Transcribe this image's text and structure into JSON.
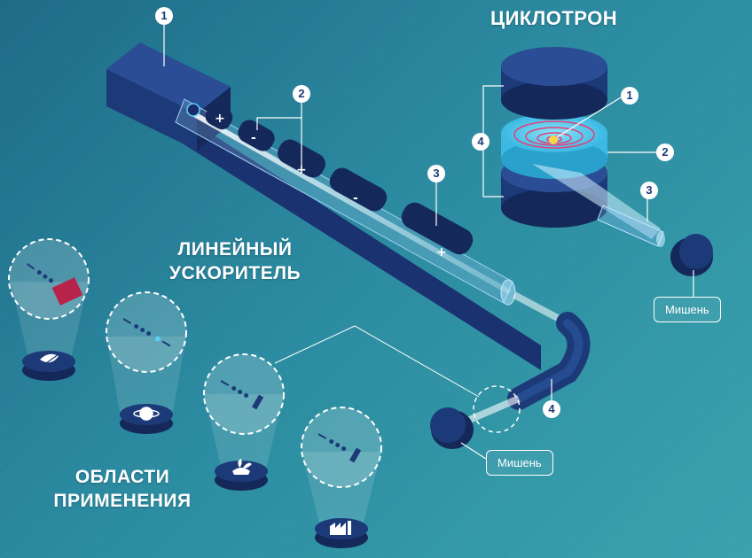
{
  "titles": {
    "cyclotron": "ЦИКЛОТРОН",
    "linear_line1": "ЛИНЕЙНЫЙ",
    "linear_line2": "УСКОРИТЕЛЬ",
    "applications_line1": "ОБЛАСТИ",
    "applications_line2": "ПРИМЕНЕНИЯ"
  },
  "targets": {
    "cyclotron_target": "Мишень",
    "linear_target": "Мишень"
  },
  "markers": {
    "linac_source": "1",
    "linac_electrodes": "2",
    "linac_tube": "3",
    "linac_bend": "4",
    "cyc_source": "1",
    "cyc_dees": "2",
    "cyc_beam": "3",
    "cyc_magnets": "4"
  },
  "electrode_signs": [
    "+",
    "-",
    "+",
    "-",
    "+"
  ],
  "icons": {
    "app1": "medical-leaf-icon",
    "app2": "planet-icon",
    "app3": "plant-hand-icon",
    "app4": "factory-icon"
  },
  "colors": {
    "navy": "#1d3a78",
    "navy_dark": "#14295a",
    "navy_light": "#2a4d95",
    "cyan": "#5ad1f0",
    "magenta": "#e0407a",
    "background": "#2b8aa0"
  }
}
